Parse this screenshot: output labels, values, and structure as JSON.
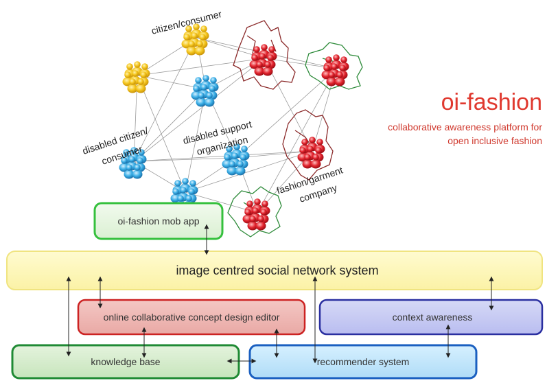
{
  "title": {
    "brand": "oi-fashion",
    "tagline_line1": "collaborative awareness platform for",
    "tagline_line2": "open inclusive fashion"
  },
  "network_labels": {
    "citizen": "citizen/consumer",
    "disabled_citizen_1": "disabled citizen/",
    "disabled_citizen_2": "consumer",
    "disabled_support_1": "disabled support",
    "disabled_support_2": "organization",
    "fashion_company_1": "fashion/garment",
    "fashion_company_2": "company"
  },
  "modules": {
    "mob_app": "oi-fashion mob app",
    "social_network": "image centred social network system",
    "design_editor": "online collaborative concept design editor",
    "context_awareness": "context awareness",
    "knowledge_base": "knowledge base",
    "recommender": "recommender system"
  },
  "colors": {
    "brand_red": "#e0392f",
    "yellow_group": "#f2c21b",
    "blue_group": "#39a9e0",
    "red_group": "#e0202c",
    "green_outline": "#2e8b3a",
    "dark_red_outline": "#8b2a2a"
  }
}
